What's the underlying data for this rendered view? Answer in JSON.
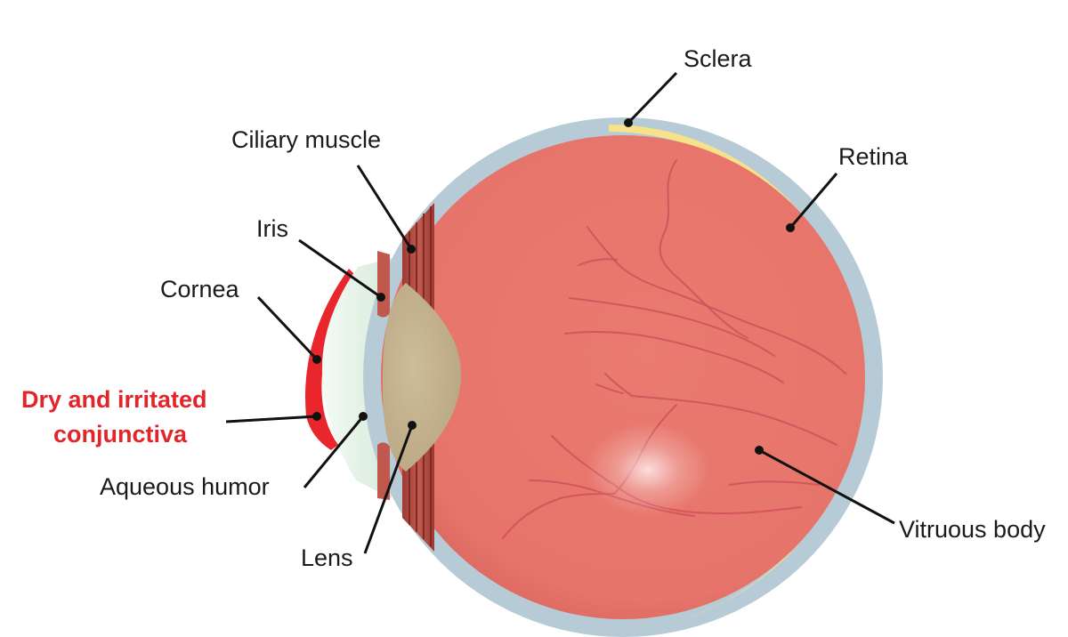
{
  "diagram": {
    "labels": {
      "sclera": "Sclera",
      "retina": "Retina",
      "ciliary_muscle": "Ciliary muscle",
      "iris": "Iris",
      "cornea": "Cornea",
      "conjunctiva_line1": "Dry and irritated",
      "conjunctiva_line2": "conjunctiva",
      "aqueous_humor": "Aqueous humor",
      "lens": "Lens",
      "vitreous_body": "Vitruous body"
    },
    "colors": {
      "sclera": "#b7cbd6",
      "retina": "#f7e28a",
      "vitreous": "#e8766c",
      "vessels": "#d0505a",
      "ciliary_muscle": "#b5483f",
      "lens": "#c6b48f",
      "aqueous": "#e2f1e4",
      "conjunctiva": "#e8262b",
      "highlight_text": "#e0262b",
      "leader_lines": "#111111"
    }
  }
}
